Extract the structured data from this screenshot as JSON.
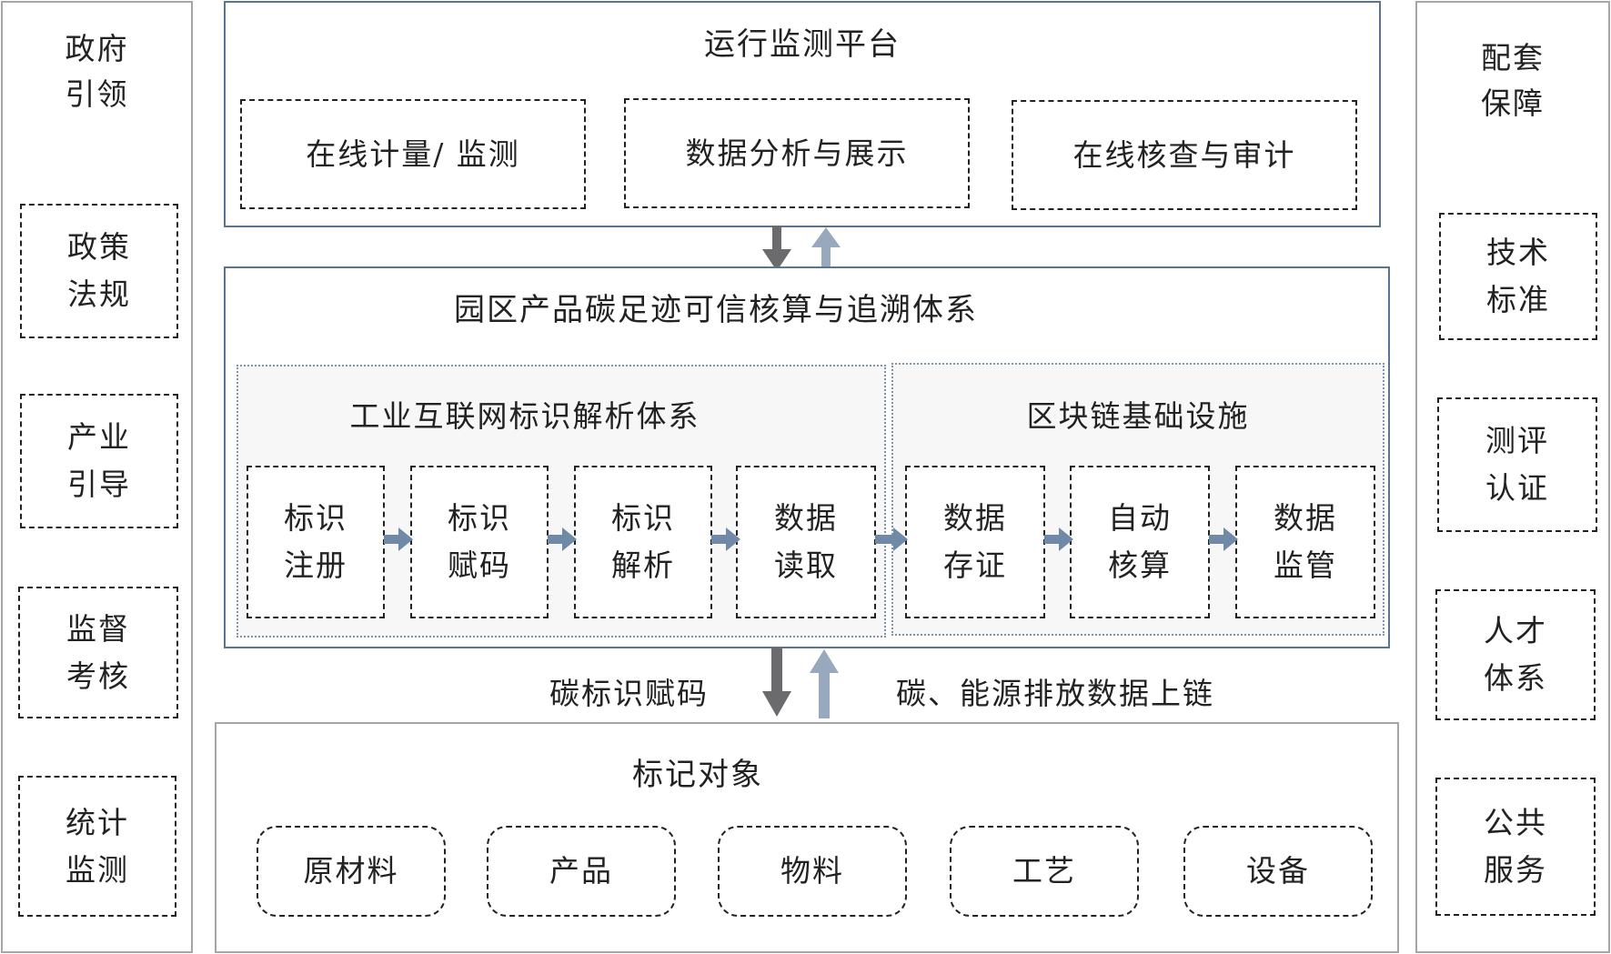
{
  "left_column": {
    "title": "政府\n引领",
    "items": [
      "政策\n法规",
      "产业\n引导",
      "监督\n考核",
      "统计\n监测"
    ]
  },
  "right_column": {
    "title": "配套\n保障",
    "items": [
      "技术\n标准",
      "测评\n认证",
      "人才\n体系",
      "公共\n服务"
    ]
  },
  "top_panel": {
    "title": "运行监测平台",
    "items": [
      "在线计量/ 监测",
      "数据分析与展示",
      "在线核查与审计"
    ]
  },
  "middle_panel": {
    "title": "园区产品碳足迹可信核算与追溯体系",
    "left_group": {
      "title": "工业互联网标识解析体系",
      "steps": [
        "标识\n注册",
        "标识\n赋码",
        "标识\n解析",
        "数据\n读取"
      ]
    },
    "right_group": {
      "title": "区块链基础设施",
      "steps": [
        "数据\n存证",
        "自动\n核算",
        "数据\n监管"
      ]
    }
  },
  "flow_labels": {
    "down": "碳标识赋码",
    "up": "碳、能源排放数据上链"
  },
  "bottom_panel": {
    "title": "标记对象",
    "items": [
      "原材料",
      "产品",
      "物料",
      "工艺",
      "设备"
    ]
  },
  "colors": {
    "panel_border_blue": "#5b7590",
    "panel_border_gray": "#a6a6a6",
    "arrow_down": "#6b6b6e",
    "arrow_up": "#98a9be",
    "step_arrow": "#7089a6",
    "group_fill": "#f7f7f7"
  }
}
